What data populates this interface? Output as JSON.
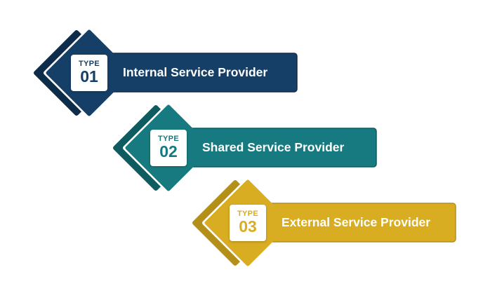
{
  "items": [
    {
      "type_label": "TYPE",
      "number": "01",
      "title": "Internal Service Provider",
      "color": "#153f66",
      "dark": "#0e2d4a"
    },
    {
      "type_label": "TYPE",
      "number": "02",
      "title": "Shared Service Provider",
      "color": "#167a80",
      "dark": "#0f5b60"
    },
    {
      "type_label": "TYPE",
      "number": "03",
      "title": "External Service Provider",
      "color": "#d9ad22",
      "dark": "#b48f19"
    }
  ]
}
